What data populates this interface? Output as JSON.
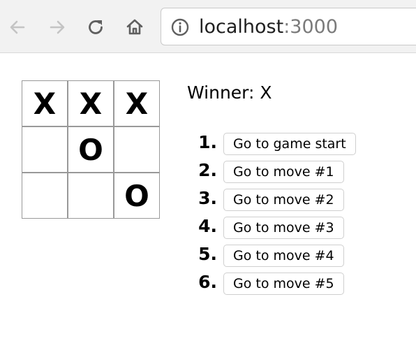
{
  "browser": {
    "url_host": "localhost",
    "url_port": ":3000",
    "icons": {
      "back": "arrow-left-icon",
      "forward": "arrow-right-icon",
      "reload": "reload-icon",
      "home": "home-icon",
      "site_info": "info-icon"
    }
  },
  "game": {
    "squares": [
      "X",
      "X",
      "X",
      "",
      "O",
      "",
      "",
      "",
      "O"
    ],
    "status": "Winner: X",
    "moves": [
      {
        "number": "1.",
        "label": "Go to game start"
      },
      {
        "number": "2.",
        "label": "Go to move #1"
      },
      {
        "number": "3.",
        "label": "Go to move #2"
      },
      {
        "number": "4.",
        "label": "Go to move #3"
      },
      {
        "number": "5.",
        "label": "Go to move #4"
      },
      {
        "number": "6.",
        "label": "Go to move #5"
      }
    ]
  }
}
